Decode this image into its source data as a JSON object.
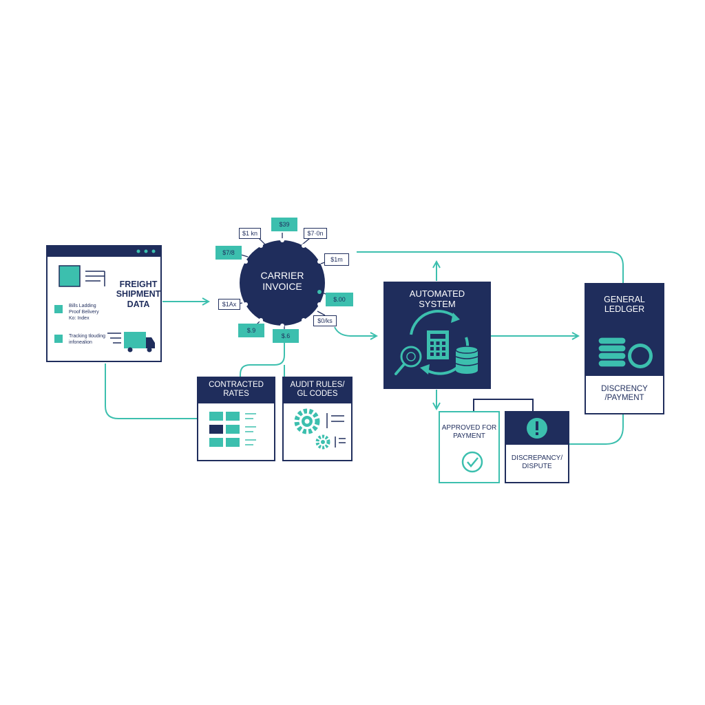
{
  "colors": {
    "navy": "#1f2d5c",
    "teal": "#3cbfae",
    "white": "#ffffff"
  },
  "freight": {
    "title": "FREIGHT SHIPMENT DATA",
    "item1": "Bills Ladding Proof Belivery Ko: Index",
    "item2": "Tracking tlouding infonealion",
    "icons": [
      "browser-window-icon",
      "document-icon",
      "truck-icon"
    ]
  },
  "carrier": {
    "title": "CARRIER INVOICE",
    "tags": [
      "$1 kn",
      "$39",
      "$7·0n",
      "$7/8",
      "$1m",
      "$1Ax",
      "$.00",
      "$0/ks",
      "$.9",
      "$.6"
    ]
  },
  "contracted": {
    "title": "CONTRACTED RATES",
    "icons": [
      "table-grid-icon"
    ]
  },
  "audit": {
    "title": "AUDIT RULES/ GL CODES",
    "icons": [
      "gear-icon"
    ]
  },
  "automated": {
    "title": "AUTOMATED SYSTEM",
    "icons": [
      "refresh-cycle-icon",
      "magnifier-icon",
      "calculator-icon",
      "database-icon"
    ]
  },
  "ledger": {
    "title": "GENERAL LEDLGER",
    "subtitle": "DISCRENCY /PAYMENT",
    "icons": [
      "coin-stack-icon",
      "dollar-icon"
    ]
  },
  "approved": {
    "title": "APPROVED FOR PAYMENT",
    "icons": [
      "check-icon"
    ]
  },
  "dispute": {
    "title": "DISCREPANCY/ DISPUTE",
    "icons": [
      "alert-icon"
    ]
  }
}
